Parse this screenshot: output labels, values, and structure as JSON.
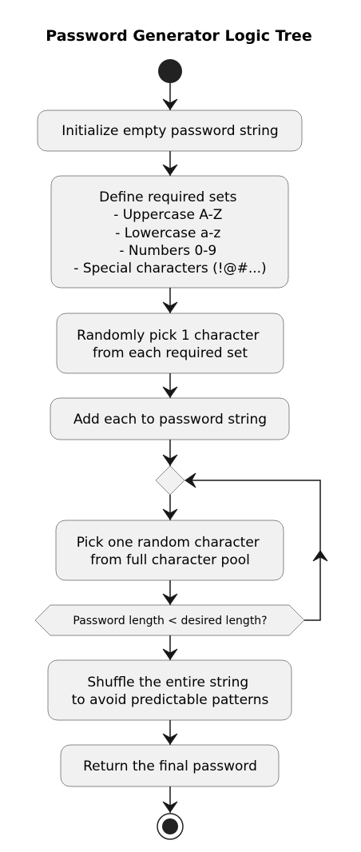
{
  "title": "Password Generator Logic Tree",
  "nodes": {
    "init": [
      "Initialize empty password string"
    ],
    "define_sets": [
      "Define required sets",
      "- Uppercase A-Z",
      "- Lowercase a-z",
      "- Numbers 0-9",
      "- Special characters (!@#...)"
    ],
    "pick_required": [
      "Randomly pick 1 character",
      "from each required set"
    ],
    "add_each": [
      "Add each to password string"
    ],
    "pick_pool": [
      "Pick one random character",
      "from full character pool"
    ],
    "condition": "Password length < desired length?",
    "shuffle": [
      "Shuffle the entire string",
      "to avoid predictable patterns"
    ],
    "return_final": [
      "Return the final password"
    ]
  }
}
